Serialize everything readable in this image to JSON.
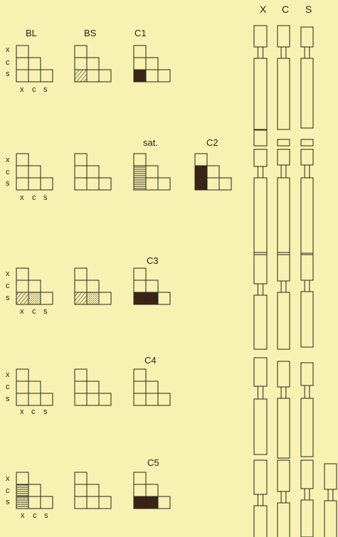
{
  "colors": {
    "background": "#f7f2b2",
    "ink": "#2a2418",
    "fill_dark": "#3b2318"
  },
  "chrom_headers": [
    "X",
    "C",
    "S"
  ],
  "rows": [
    {
      "axis_labels": [
        "x",
        "c",
        "s"
      ],
      "x_labels": [
        "x",
        "c",
        "s"
      ],
      "panels": [
        {
          "title": "BL",
          "fill": "none"
        },
        {
          "title": "BS",
          "fill": "hatch-diagonal"
        },
        {
          "title": "C1",
          "fill": "solid-s-x"
        }
      ]
    },
    {
      "axis_labels": [
        "x",
        "c",
        "s"
      ],
      "x_labels": [
        "x",
        "c",
        "s"
      ],
      "panels": [
        {
          "title": "",
          "fill": "none"
        },
        {
          "title": "",
          "fill": "none"
        },
        {
          "title": "sat.",
          "fill": "horizontal-lines"
        },
        {
          "title": "C2",
          "fill": "solid-column-x"
        }
      ]
    },
    {
      "axis_labels": [
        "x",
        "c",
        "s"
      ],
      "x_labels": [
        "x",
        "c",
        "s"
      ],
      "panels": [
        {
          "title": "",
          "fill": "hatch-and-stipple"
        },
        {
          "title": "",
          "fill": "hatch-and-stipple"
        },
        {
          "title": "C3",
          "fill": "solid-s-x-c"
        }
      ]
    },
    {
      "axis_labels": [
        "x",
        "c",
        "s"
      ],
      "x_labels": [
        "x",
        "c",
        "s"
      ],
      "panels": [
        {
          "title": "",
          "fill": "none"
        },
        {
          "title": "",
          "fill": "none"
        },
        {
          "title": "C4",
          "fill": "none"
        }
      ]
    },
    {
      "axis_labels": [
        "x",
        "c",
        "s"
      ],
      "x_labels": [
        "x",
        "c",
        "s"
      ],
      "panels": [
        {
          "title": "",
          "fill": "horizontal-lines"
        },
        {
          "title": "",
          "fill": "none"
        },
        {
          "title": "C5",
          "fill": "solid-s-x-c"
        }
      ]
    }
  ]
}
